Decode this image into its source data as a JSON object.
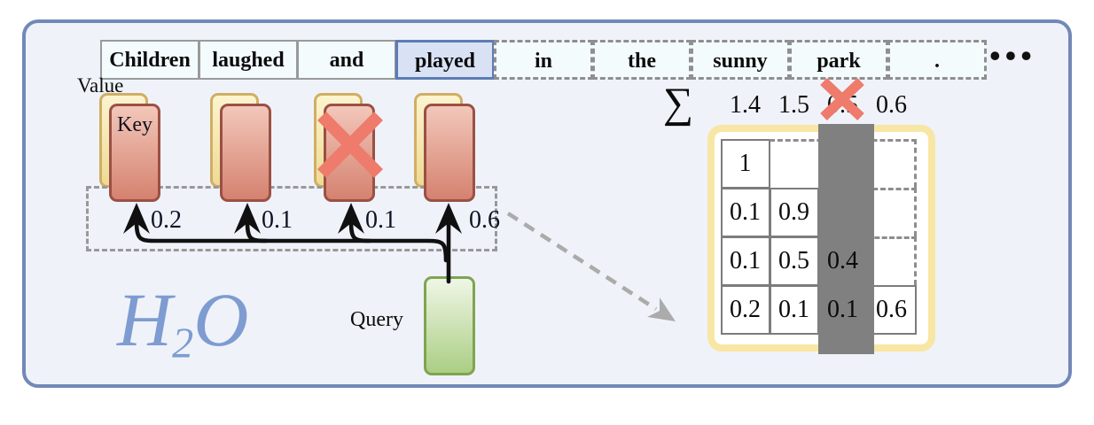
{
  "figure": {
    "method": {
      "base": "H",
      "sub": "2",
      "tail": "O"
    },
    "labels": {
      "value": "Value",
      "key": "Key",
      "query": "Query"
    },
    "tokens": {
      "items": [
        {
          "label": "Children"
        },
        {
          "label": "laughed"
        },
        {
          "label": "and"
        },
        {
          "label": "played"
        },
        {
          "label": "in"
        },
        {
          "label": "the"
        },
        {
          "label": "sunny"
        },
        {
          "label": "park"
        },
        {
          "label": "."
        }
      ],
      "highlighted_token": "played",
      "ellipsis": "•••"
    },
    "attention_scores": [
      "0.2",
      "0.1",
      "0.1",
      "0.6"
    ],
    "evicted_kv_stack_index": 2,
    "matrix": {
      "sigma": "∑",
      "col_sums": [
        "1.4",
        "1.5",
        "0.5",
        "0.6"
      ],
      "evicted_column_index": 2,
      "rows": [
        [
          "1"
        ],
        [
          "0.1",
          "0.9"
        ],
        [
          "0.1",
          "0.5",
          "0.4"
        ],
        [
          "0.2",
          "0.1",
          "0.1",
          "0.6"
        ]
      ]
    },
    "colors": {
      "frame_border": "#7288b7",
      "frame_bg": "#eff3f9",
      "key_fill": "#d5826f",
      "value_fill": "#f6e7ac",
      "query_fill": "#abce83",
      "evict_x": "#ee7b6b",
      "mask_bar": "#808080",
      "highlight_token_bg": "#d9e2f5",
      "h2o_text": "#7e9cd1",
      "matrix_border": "#f8e6a4"
    }
  }
}
